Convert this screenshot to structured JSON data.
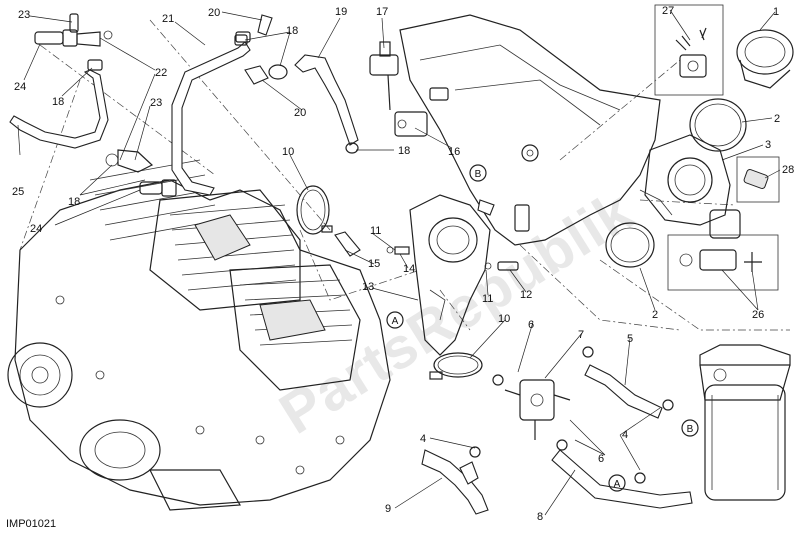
{
  "diagram_code": "IMP01021",
  "watermark": "PartsRepublik",
  "callouts": {
    "a": "A",
    "b": "B"
  },
  "part_numbers": {
    "p1": "1",
    "p2a": "2",
    "p2b": "2",
    "p3": "3",
    "p4a": "4",
    "p4b": "4",
    "p5": "5",
    "p6a": "6",
    "p6b": "6",
    "p7": "7",
    "p8": "8",
    "p9": "9",
    "p10a": "10",
    "p10b": "10",
    "p11a": "11",
    "p11b": "11",
    "p12": "12",
    "p13": "13",
    "p14": "14",
    "p15": "15",
    "p16": "16",
    "p17": "17",
    "p18a": "18",
    "p18b": "18",
    "p18c": "18",
    "p18d": "18",
    "p19": "19",
    "p20a": "20",
    "p20b": "20",
    "p21": "21",
    "p22": "22",
    "p23a": "23",
    "p23b": "23",
    "p24a": "24",
    "p24b": "24",
    "p25": "25",
    "p26": "26",
    "p27": "27",
    "p28": "28"
  }
}
